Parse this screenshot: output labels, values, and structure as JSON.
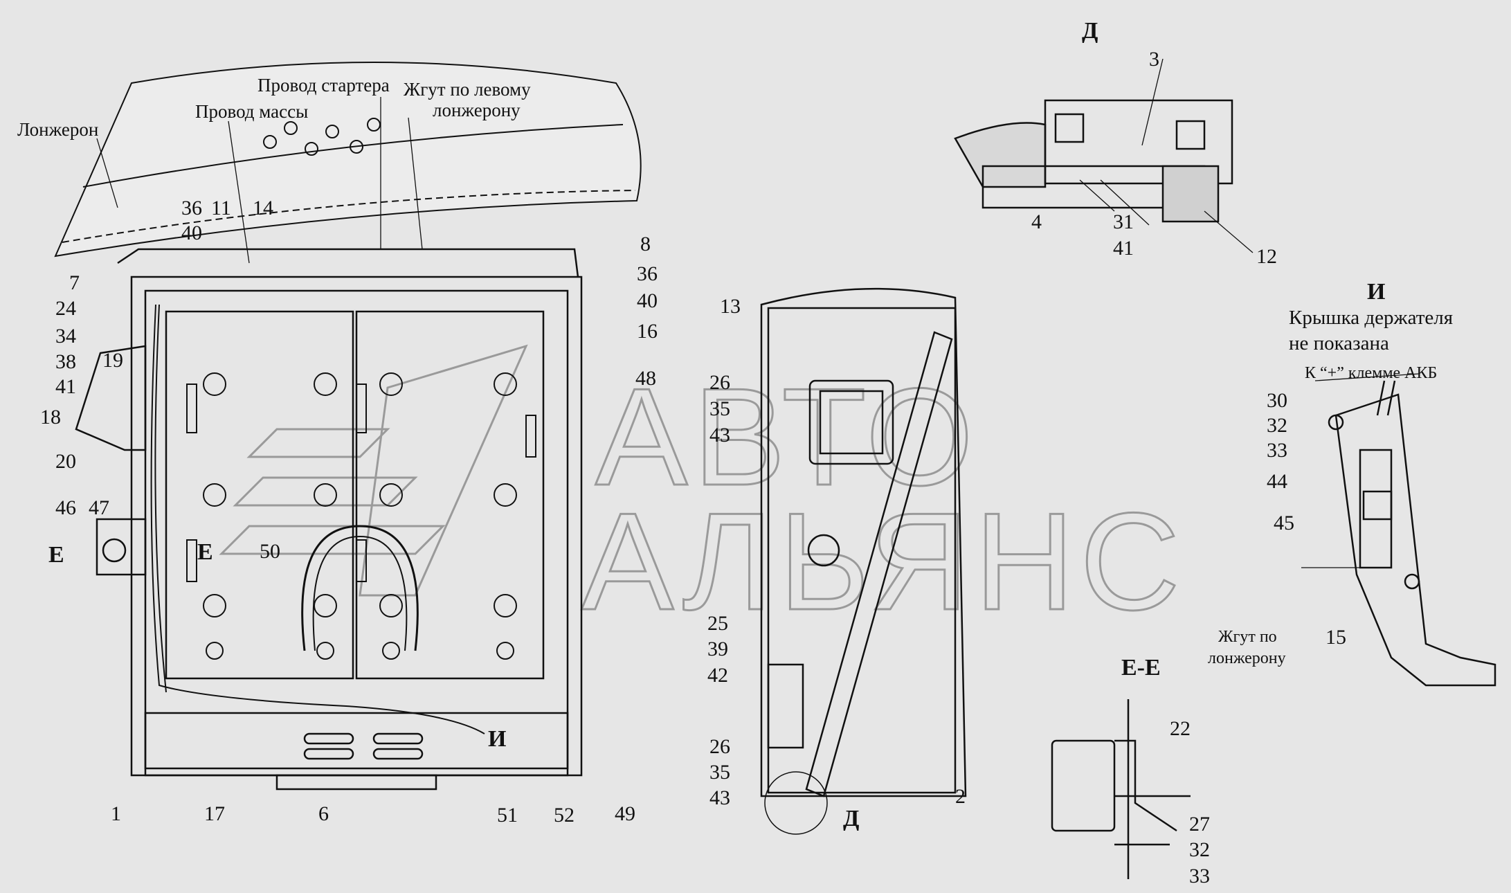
{
  "watermark": {
    "line1": "АВТО",
    "line2": "АЛЬЯНС"
  },
  "captions": {
    "longeron": "Лонжерон",
    "mass_wire": "Провод массы",
    "starter_wire": "Провод стартера",
    "harness_left_1": "Жгут по левому",
    "harness_left_2": "лонжерону",
    "view_i_title": "И",
    "cover_note_1": "Крышка держателя",
    "cover_note_2": "не показана",
    "to_terminal": "К “+” клемме АКБ",
    "harness_long_1": "Жгут по",
    "harness_long_2": "лонжерону"
  },
  "views": {
    "d_top": "Д",
    "d_bottom": "Д",
    "ee": "Е-Е",
    "e_left": "Е",
    "e_right": "Е",
    "i_marker": "И"
  },
  "callouts": {
    "c1": "1",
    "c2": "2",
    "c3": "3",
    "c4": "4",
    "c6": "6",
    "c7": "7",
    "c8": "8",
    "c11": "11",
    "c12": "12",
    "c13": "13",
    "c14": "14",
    "c15": "15",
    "c16": "16",
    "c17": "17",
    "c18": "18",
    "c19": "19",
    "c20": "20",
    "c22": "22",
    "c24": "24",
    "c25": "25",
    "c26a": "26",
    "c26b": "26",
    "c27": "27",
    "c30": "30",
    "c31": "31",
    "c32a": "32",
    "c32b": "32",
    "c33a": "33",
    "c33b": "33",
    "c34": "34",
    "c35a": "35",
    "c35b": "35",
    "c36a": "36",
    "c36b": "36",
    "c38": "38",
    "c39": "39",
    "c40a": "40",
    "c40b": "40",
    "c41a": "41",
    "c41b": "41",
    "c42": "42",
    "c43a": "43",
    "c43b": "43",
    "c44": "44",
    "c45": "45",
    "c46": "46",
    "c47": "47",
    "c48": "48",
    "c49": "49",
    "c50": "50",
    "c51": "51",
    "c52": "52"
  }
}
